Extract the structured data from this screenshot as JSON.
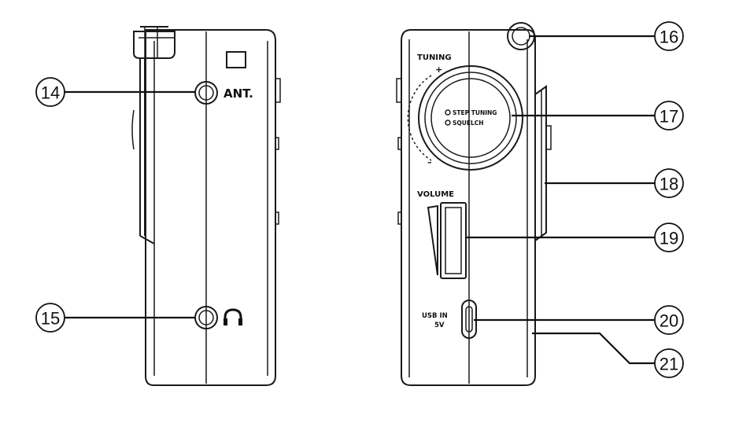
{
  "left_panel": {
    "antenna_label": "ANT."
  },
  "right_panel": {
    "tuning_label": "TUNING",
    "tuning_plus": "+",
    "tuning_minus": "–",
    "knob_line1": "STEP TUNING",
    "knob_line2": "SQUELCH",
    "volume_label": "VOLUME",
    "usb_line1": "USB IN",
    "usb_line2": "5V"
  },
  "callouts": [
    "14",
    "15",
    "16",
    "17",
    "18",
    "19",
    "20",
    "21"
  ],
  "icons": {
    "headphone": "headphone-icon",
    "small_square": "square-indicator-icon"
  }
}
